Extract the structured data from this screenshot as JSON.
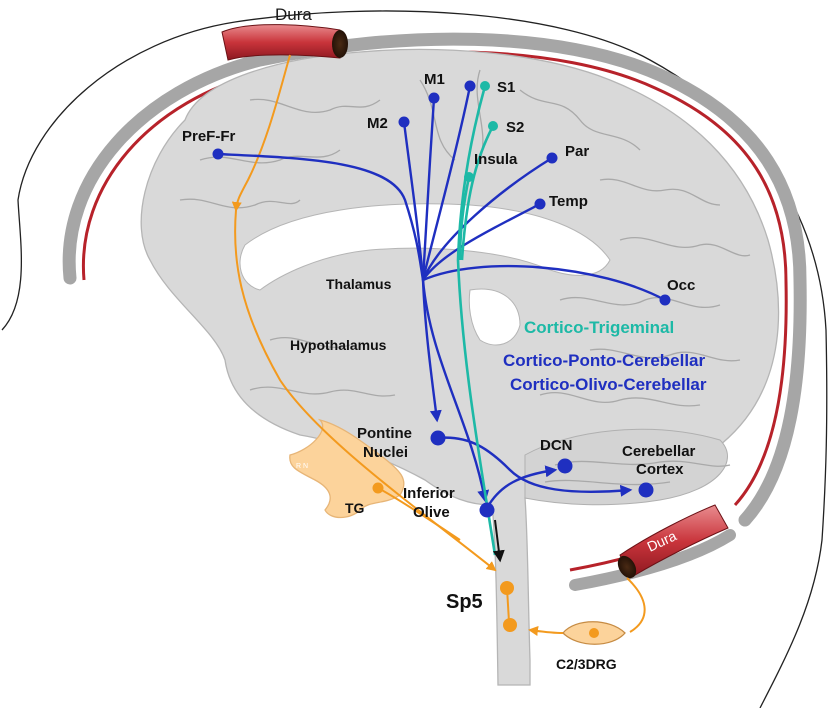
{
  "colors": {
    "blue": "#1f2fc0",
    "teal": "#1db9a6",
    "orange": "#f39a1e",
    "dura_red": "#b7222a",
    "brain": "#d9d9d9",
    "skull": "#a6a6a6"
  },
  "dura": {
    "top": "Dura",
    "bottom": "Dura"
  },
  "cortex_labels": {
    "m1": "M1",
    "s1": "S1",
    "m2": "M2",
    "s2": "S2",
    "pref": "PreF-Fr",
    "insula": "Insula",
    "par": "Par",
    "temp": "Temp",
    "occ": "Occ"
  },
  "structures": {
    "thalamus": "Thalamus",
    "hypothalamus": "Hypothalamus",
    "pontine_1": "Pontine",
    "pontine_2": "Nuclei",
    "inferior_1": "Inferior",
    "inferior_2": "Olive",
    "dcn": "DCN",
    "cerebellar_1": "Cerebellar",
    "cerebellar_2": "Cortex",
    "tg": "TG",
    "rn": "R N",
    "sp5": "Sp5",
    "drg": "C2/3DRG"
  },
  "pathways": {
    "trigeminal": "Cortico-Trigeminal",
    "ponto": "Cortico-Ponto-Cerebellar",
    "olivo": "Cortico-Olivo-Cerebellar"
  }
}
